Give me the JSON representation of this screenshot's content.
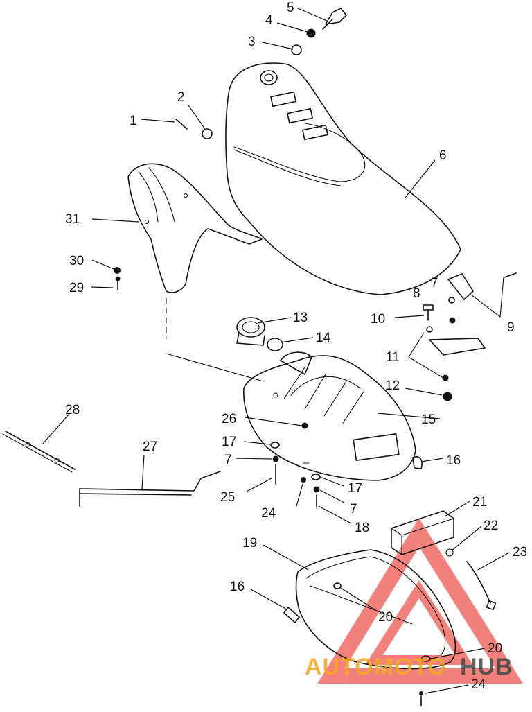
{
  "callouts": [
    "1",
    "2",
    "3",
    "4",
    "5",
    "6",
    "7",
    "8",
    "9",
    "10",
    "11",
    "12",
    "13",
    "14",
    "15",
    "16",
    "17",
    "7",
    "25",
    "24",
    "17",
    "7",
    "18",
    "19",
    "16",
    "20",
    "20",
    "21",
    "22",
    "23",
    "24",
    "26",
    "27",
    "28",
    "29",
    "30",
    "31"
  ],
  "watermark": {
    "text_a": "AUTOMOTO",
    "text_b": "HUB",
    "color_a": "#f5a623",
    "color_b": "#444444",
    "triangle_color": "#f0574f"
  }
}
